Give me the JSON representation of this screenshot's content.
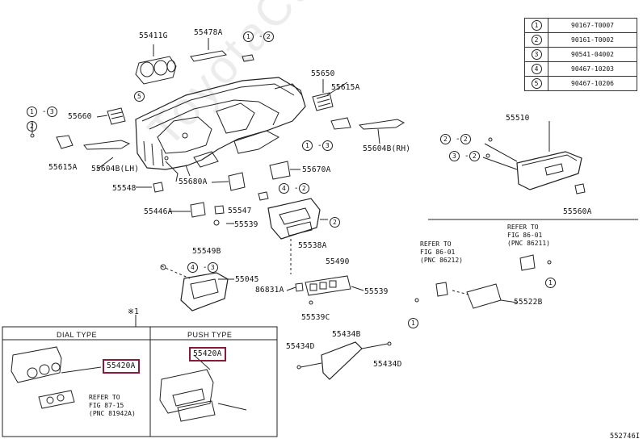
{
  "parts_table": [
    {
      "no": "1",
      "code": "90167-T0007"
    },
    {
      "no": "2",
      "code": "90161-T0002"
    },
    {
      "no": "3",
      "code": "90541-04002"
    },
    {
      "no": "4",
      "code": "90467-10203"
    },
    {
      "no": "5",
      "code": "90467-10206"
    }
  ],
  "labels": {
    "p55411g": "55411G",
    "p55478a": "55478A",
    "p55650": "55650",
    "p55615a_r": "55615A",
    "p55660": "55660",
    "p55510": "55510",
    "p55615a_l": "55615A",
    "p55604b_lh": "55604B(LH)",
    "p55604b_rh": "55604B(RH)",
    "p55548": "55548",
    "p55680a": "55680A",
    "p55670a": "55670A",
    "p55560a": "55560A",
    "p55446a": "55446A",
    "p55547": "55547",
    "p55539_a": "55539",
    "p55538a": "55538A",
    "p55549b": "55549B",
    "p55490": "55490",
    "p55045": "55045",
    "p86831a": "86831A",
    "p55539_b": "55539",
    "p55539c": "55539C",
    "p55522b": "55522B",
    "p55434b": "55434B",
    "p55434d_l": "55434D",
    "p55434d_r": "55434D",
    "footnote_mark": "※1",
    "page_id": "552746I"
  },
  "callouts": {
    "c1": "1",
    "c2": "2",
    "c3": "3",
    "c4": "4",
    "c5": "5"
  },
  "refs": {
    "ref_86212": [
      "REFER TO",
      "FIG 86-01",
      "(PNC 86212)"
    ],
    "ref_86211": [
      "REFER TO",
      "FIG 86-01",
      "(PNC 86211)"
    ],
    "ref_81942": [
      "REFER TO",
      "FIG 87-15",
      "(PNC 81942A)"
    ]
  },
  "panels": {
    "dial_header": "DIAL TYPE",
    "push_header": "PUSH TYPE",
    "dial_part": "55420A",
    "push_part": "55420A"
  },
  "watermark": "ToyotaCarMine",
  "colors": {
    "highlight": "#8b1a3a",
    "line": "#222222"
  }
}
